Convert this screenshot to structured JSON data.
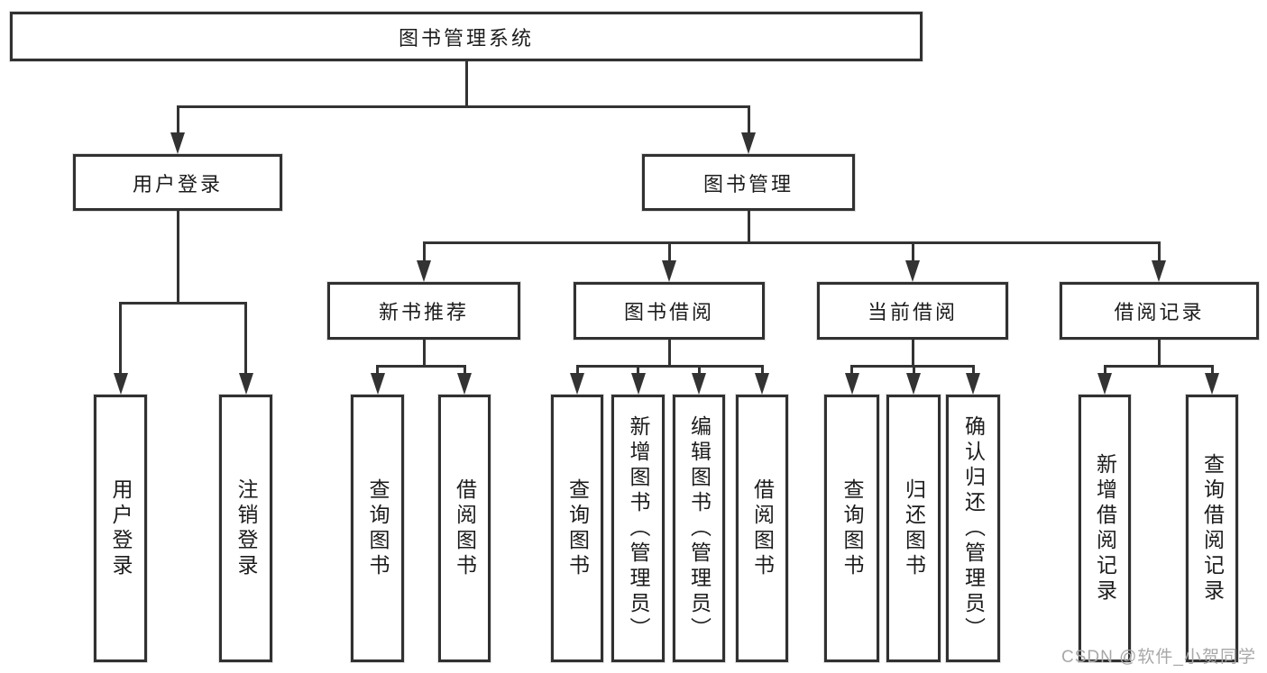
{
  "nodes": {
    "root": "图书管理系统",
    "login": "用户登录",
    "mgmt": "图书管理",
    "rec": "新书推荐",
    "borrow": "图书借阅",
    "current": "当前借阅",
    "records": "借阅记录"
  },
  "leaves": {
    "login_user": "用户登录",
    "login_logout": "注销登录",
    "rec_query": "查询图书",
    "rec_borrow": "借阅图书",
    "borrow_query": "查询图书",
    "borrow_add": "新增图书（管理员）",
    "borrow_edit": "编辑图书（管理员）",
    "borrow_borrow": "借阅图书",
    "current_query": "查询图书",
    "current_return": "归还图书",
    "current_confirm": "确认归还（管理员）",
    "records_add": "新增借阅记录",
    "records_query": "查询借阅记录"
  },
  "hierarchy": {
    "图书管理系统": {
      "用户登录": [
        "用户登录",
        "注销登录"
      ],
      "图书管理": {
        "新书推荐": [
          "查询图书",
          "借阅图书"
        ],
        "图书借阅": [
          "查询图书",
          "新增图书（管理员）",
          "编辑图书（管理员）",
          "借阅图书"
        ],
        "当前借阅": [
          "查询图书",
          "归还图书",
          "确认归还（管理员）"
        ],
        "借阅记录": [
          "新增借阅记录",
          "查询借阅记录"
        ]
      }
    }
  },
  "watermark": {
    "text": "CSDN @软件_小贺同学"
  },
  "colors": {
    "line": "#333333",
    "text": "#1c1c1c",
    "background": "#ffffff",
    "watermark": "#a8a8a8"
  }
}
